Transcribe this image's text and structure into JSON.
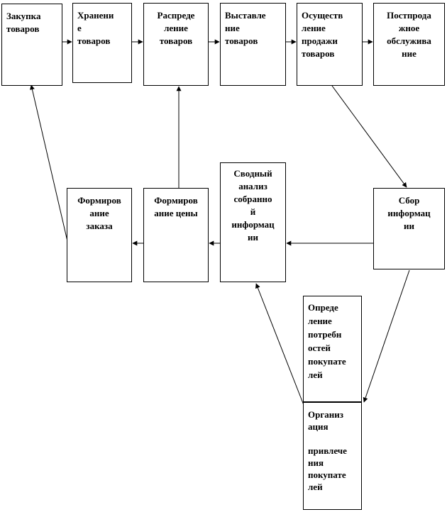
{
  "diagram": {
    "nodes": {
      "purchase": "Закупка\nтоваров",
      "storage": "Хранени\nе\nтоваров",
      "distribution": "Распреде\nление\nтоваров",
      "display": "Выставле\nние\nтоваров",
      "sale": "Осуществ\nление\nпродажи\nтоваров",
      "aftersale": "Постпрода\nжное\nобслужива\nние",
      "info_collection": "Сбор\nинформац\nии",
      "analysis": "Сводный\nанализ\nсобранно\nй\nинформац\nии",
      "pricing": "Формиров\nание цены",
      "order": "Формиров\nание\nзаказа",
      "needs": "Опреде\nление\nпотребн\nостей\nпокупате\nлей",
      "attraction": "Организ\nация\n\nпривлече\nния\nпокупате\nлей"
    }
  }
}
